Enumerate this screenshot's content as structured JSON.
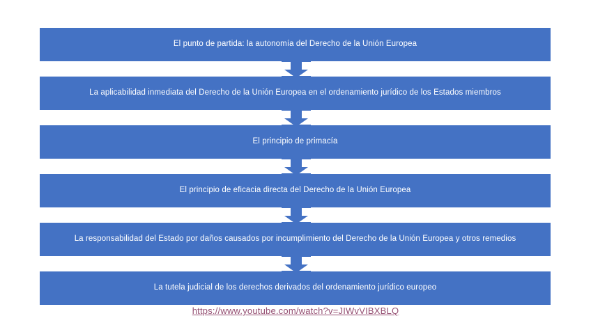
{
  "diagram": {
    "type": "vertical-process-flow",
    "accent_color": "#4472C4",
    "text_color": "#FFFFFF",
    "background_color": "#FFFFFF",
    "link_color": "#954F72",
    "steps": [
      {
        "label": "El punto de partida: la autonomía del Derecho de la Unión Europea"
      },
      {
        "label": "La aplicabilidad inmediata del Derecho de la Unión Europea en el ordenamiento jurídico de los Estados miembros"
      },
      {
        "label": "El principio de primacía"
      },
      {
        "label": "El principio de eficacia directa del Derecho de la Unión Europea"
      },
      {
        "label": "La responsabilidad del Estado por daños causados por incumplimiento del Derecho de la Unión Europea y otros remedios"
      },
      {
        "label": "La tutela judicial de los derechos derivados del ordenamiento jurídico europeo"
      }
    ],
    "connectors": [
      {
        "icon": "down-arrow-icon"
      },
      {
        "icon": "down-arrow-icon"
      },
      {
        "icon": "down-arrow-icon"
      },
      {
        "icon": "down-arrow-icon"
      },
      {
        "icon": "down-arrow-icon"
      }
    ]
  },
  "footer": {
    "link_text": "https://www.youtube.com/watch?v=JIWvVIBXBLQ"
  }
}
